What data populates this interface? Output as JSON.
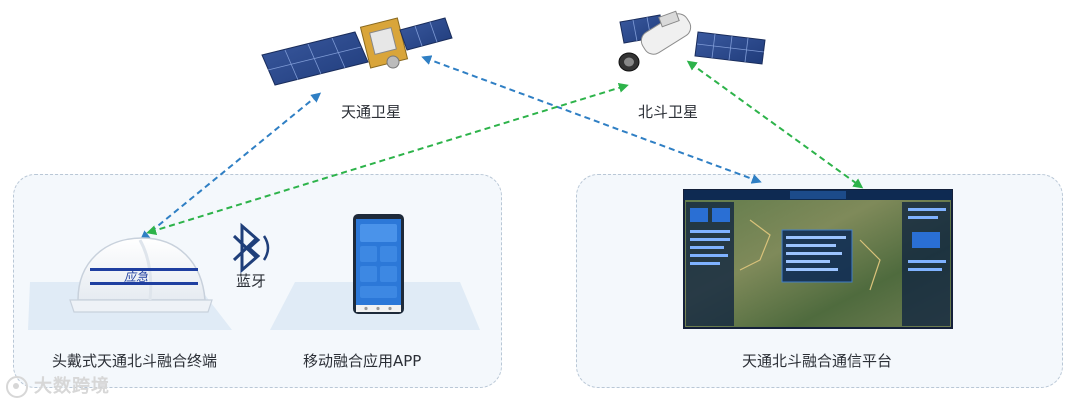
{
  "satellites": {
    "tiantong": "天通卫星",
    "beidou": "北斗卫星"
  },
  "left_panel": {
    "helmet_label": "头戴式天通北斗融合终端",
    "helmet_badge": "应急",
    "bluetooth_label": "蓝牙",
    "app_label": "移动融合应用APP"
  },
  "right_panel": {
    "platform_label": "天通北斗融合通信平台"
  },
  "watermark": "大数跨境",
  "colors": {
    "tiantong_link": "#2f7fc4",
    "beidou_link": "#2db34a",
    "panel_border": "#b9c7d6",
    "panel_bg": "#f4f8fc"
  },
  "icons": [
    "satellite-icon",
    "space-station-icon",
    "bluetooth-icon",
    "helmet-icon",
    "phone-icon",
    "dashboard-screen"
  ]
}
